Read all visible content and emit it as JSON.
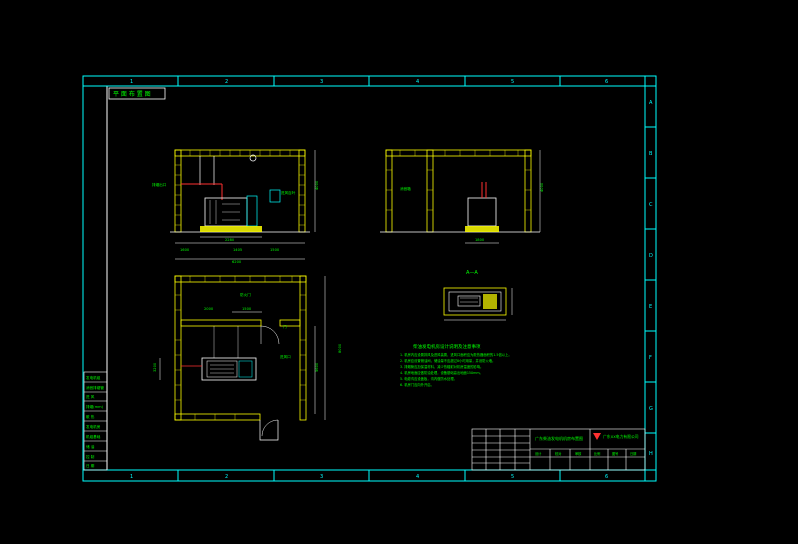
{
  "frame": {
    "top_numbers": [
      "1",
      "2",
      "3",
      "4",
      "5",
      "6"
    ],
    "bottom_numbers": [
      "1",
      "2",
      "3",
      "4",
      "5",
      "6"
    ],
    "side_letters": [
      "A",
      "B",
      "C",
      "D",
      "E",
      "F",
      "G",
      "H"
    ]
  },
  "title_tag": "平 面 布 置 图",
  "elevation_left": {
    "dims_bottom": [
      "1600",
      "2280",
      "1405",
      "1500"
    ],
    "overall_width": "6200",
    "height": "4000",
    "label_left": "排烟出口",
    "label_right": "进风百叶"
  },
  "elevation_right": {
    "label_left": "消音箱",
    "dim_bottom": "1800",
    "height": "4000"
  },
  "section_label": "A—A",
  "plan": {
    "overall_height": "8000",
    "inner_height": "5600",
    "dim_top": "1500",
    "dim_top_small": "2000",
    "dim_left": "3200",
    "label_fire": "防火门",
    "label_window": "进风口",
    "door_label": "门"
  },
  "notes": {
    "title": "柴油发电机房设计说明及注意事项",
    "items": [
      "1. 机房内应设置排风及进风装置，进风口面积应为散热器面积的1.5倍以上。",
      "2. 机房应设置储油间，储油量不应超过8小时用量，并设防火墙。",
      "3. 排烟管应加保温材料，减少热辐射对机房温度的影响。",
      "4. 机房地面应做防油处理，设备基础高出地面150mm。",
      "5. 电缆沟应设盖板，沟内做防水处理。",
      "6. 机房门应向外开启。"
    ]
  },
  "left_legend": [
    "发电机组",
    "消音排烟管",
    "进 风",
    "排烟(mm)",
    "散 热",
    "发电机房",
    "机组基础",
    "储 油",
    "控 制",
    "日 期"
  ],
  "titleblock": {
    "company": "广东XX电力有限公司",
    "drawing_name": "广东柴油发电机机房布置图",
    "small_cells": [
      "设计",
      "校对",
      "审核",
      "比例",
      "图号",
      "日期"
    ]
  }
}
